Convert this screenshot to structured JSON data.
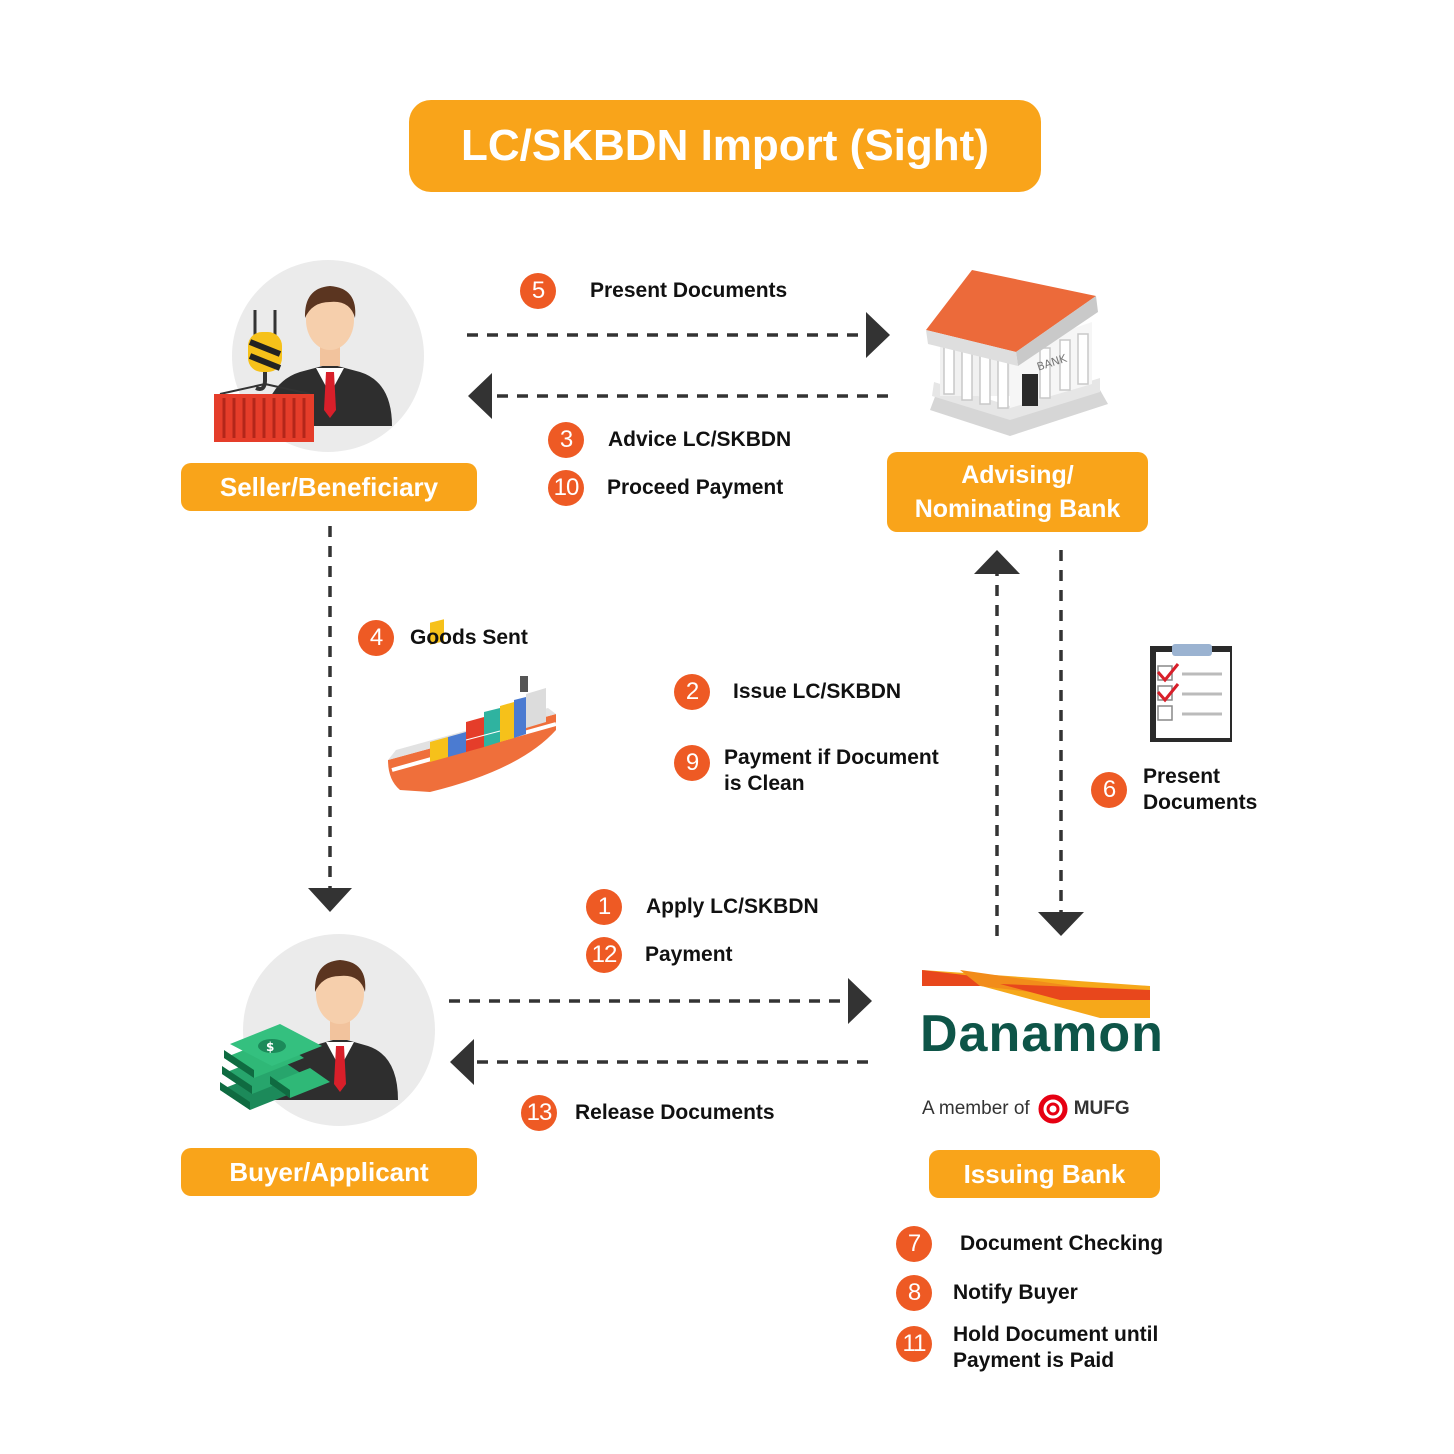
{
  "title": "LC/SKBDN Import (Sight)",
  "parties": {
    "seller": "Seller/Beneficiary",
    "advising_line1": "Advising/",
    "advising_line2": "Nominating Bank",
    "buyer": "Buyer/Applicant",
    "issuing": "Issuing Bank"
  },
  "bank_logo": {
    "name": "Danamon",
    "member_text": "A member of",
    "parent": "MUFG",
    "colors": {
      "green": "#0e5548",
      "orange": "#f28c1a",
      "red": "#e8471c"
    }
  },
  "steps": [
    {
      "num": "5",
      "text": "Present Documents"
    },
    {
      "num": "3",
      "text": "Advice LC/SKBDN"
    },
    {
      "num": "10",
      "text": "Proceed Payment"
    },
    {
      "num": "4",
      "text": "Goods Sent"
    },
    {
      "num": "2",
      "text": "Issue LC/SKBDN"
    },
    {
      "num": "9",
      "text_line1": "Payment if Document",
      "text_line2": "is Clean"
    },
    {
      "num": "6",
      "text_line1": "Present",
      "text_line2": "Documents"
    },
    {
      "num": "1",
      "text": "Apply LC/SKBDN"
    },
    {
      "num": "12",
      "text": "Payment"
    },
    {
      "num": "13",
      "text": "Release Documents"
    },
    {
      "num": "7",
      "text": "Document Checking"
    },
    {
      "num": "8",
      "text": "Notify Buyer"
    },
    {
      "num": "11",
      "text_line1": "Hold Document until",
      "text_line2": "Payment is Paid"
    }
  ],
  "colors": {
    "accent": "#f9a41a",
    "step_circle": "#ee5a24",
    "arrow": "#333333"
  }
}
